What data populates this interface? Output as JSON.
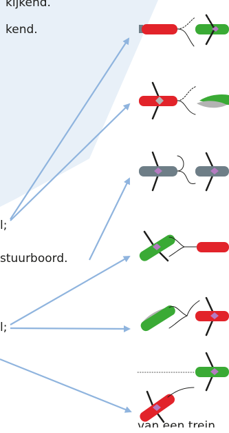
{
  "text_fragments": {
    "line_1": "kijkend.",
    "line_2": "kend.",
    "line_3": "l;",
    "line_4": "stuurboord.",
    "line_5": "l;",
    "line_6": "van een trein"
  },
  "colors": {
    "panel": "#e8f0f8",
    "arrow": "#8fb4de",
    "red_boat": "#e2232a",
    "green_boat": "#3aaa35",
    "grey_boat": "#6e7e87",
    "grey_overlay": "#b3b3b3",
    "oar": "#1d1d1b",
    "rower": "#b57bc1",
    "text": "#1d1d1b"
  }
}
